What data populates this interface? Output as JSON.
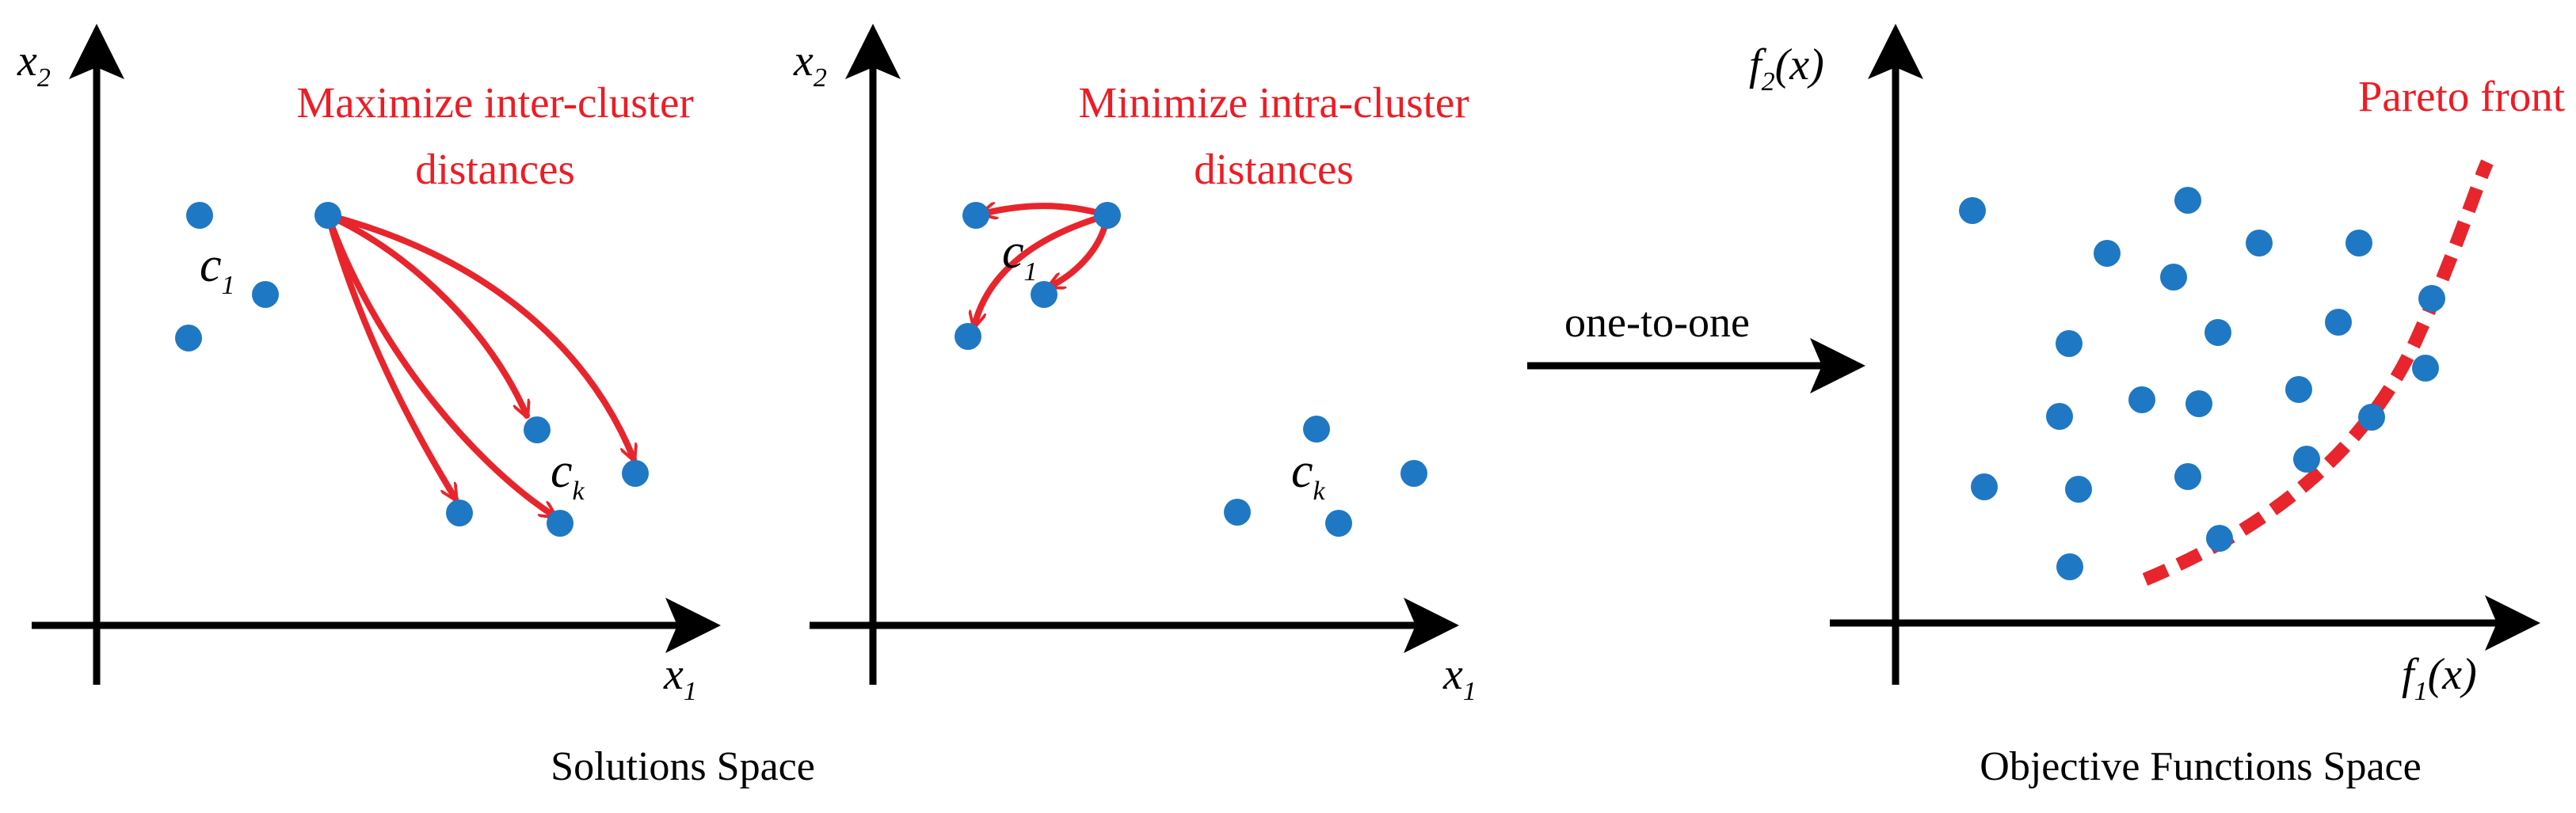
{
  "colors": {
    "point": "#1f78c4",
    "arrow": "#e8252c",
    "axis": "#000000",
    "annotation": "#ee1c24"
  },
  "panels": {
    "inter": {
      "x_label": "x",
      "x_sub": "1",
      "y_label": "x",
      "y_sub": "2",
      "title_line1": "Maximize inter-cluster",
      "title_line2": "distances",
      "cluster1_label": "c",
      "cluster1_sub": "1",
      "clusterk_label": "c",
      "clusterk_sub": "k"
    },
    "intra": {
      "x_label": "x",
      "x_sub": "1",
      "y_label": "x",
      "y_sub": "2",
      "title_line1": "Minimize intra-cluster",
      "title_line2": "distances",
      "cluster1_label": "c",
      "cluster1_sub": "1",
      "clusterk_label": "c",
      "clusterk_sub": "k"
    },
    "objective": {
      "x_label": "f",
      "x_sub": "1",
      "x_suffix": "(x)",
      "y_label": "f",
      "y_sub": "2",
      "y_suffix": "(x)",
      "pareto_label": "Pareto front"
    }
  },
  "mapping_label": "one-to-one",
  "captions": {
    "left": "Solutions Space",
    "right": "Objective Functions Space"
  }
}
